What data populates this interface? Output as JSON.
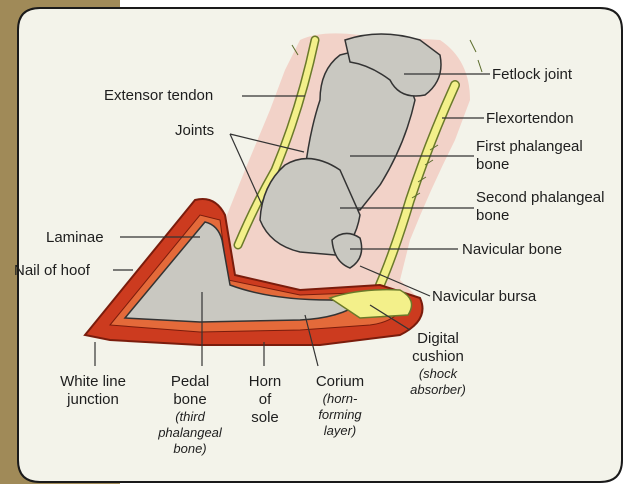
{
  "labels": {
    "fetlock_joint": "Fetlock joint",
    "extensor_tendon": "Extensor tendon",
    "flexor_tendon": "Flexortendon",
    "joints": "Joints",
    "first_phalangeal": [
      "First phalangeal",
      "bone"
    ],
    "second_phalangeal": [
      "Second phalangeal",
      "bone"
    ],
    "laminae": "Laminae",
    "navicular_bone": "Navicular bone",
    "nail_of_hoof": "Nail of hoof",
    "navicular_bursa": "Navicular bursa",
    "digital_cushion": [
      "Digital",
      "cushion"
    ],
    "digital_cushion_note": [
      "(shock",
      "absorber)"
    ],
    "white_line": [
      "White line",
      "junction"
    ],
    "pedal_bone": [
      "Pedal",
      "bone"
    ],
    "pedal_bone_note": [
      "(third",
      "phalangeal",
      "bone)"
    ],
    "horn_of_sole": [
      "Horn",
      "of",
      "sole"
    ],
    "corium": "Corium",
    "corium_note": [
      "(horn-",
      "forming",
      "layer)"
    ]
  },
  "colors": {
    "panel_bg": "#f3f3ea",
    "page_bg": "#ffffff",
    "corner_brown": "#a08a58",
    "bone": "#c9c8c1",
    "tissue_pink": "#f2d2c8",
    "tendon_yellow": "#f3f08a",
    "hoof_red": "#cc3b1f",
    "hoof_dark": "#7a1c0c",
    "line": "#333333"
  }
}
